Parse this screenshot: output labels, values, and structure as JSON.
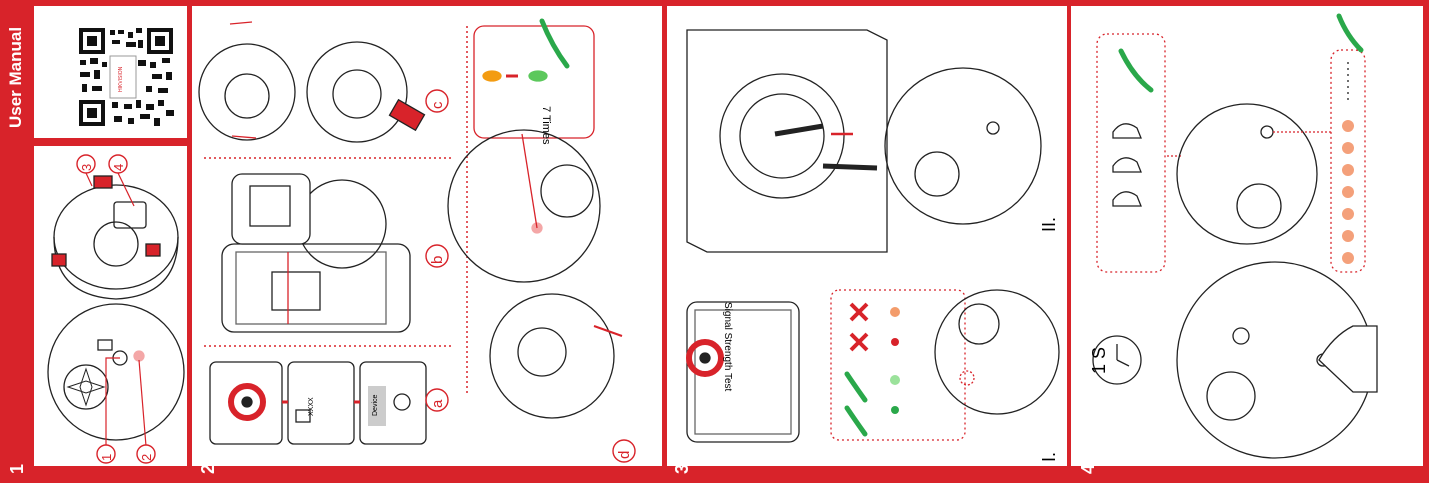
{
  "manual_title": "User Manual",
  "qr_label": "HIKVISION",
  "colors": {
    "brand_red": "#d8232a",
    "check_green": "#2aa84a",
    "led_orange": "#f39c12",
    "led_green": "#5cc85c"
  },
  "sections": [
    {
      "number": "1",
      "callouts": [
        "1",
        "2",
        "3",
        "4"
      ]
    },
    {
      "number": "2",
      "steps": [
        "a",
        "b",
        "c",
        "d"
      ],
      "app_item": "XXXX",
      "app_button": "Device",
      "blink_text": "7 Times"
    },
    {
      "number": "3",
      "app_text": "Signal Strength Test",
      "steps": [
        "I.",
        "II."
      ]
    },
    {
      "number": "4",
      "timer_text": "1 S"
    }
  ]
}
